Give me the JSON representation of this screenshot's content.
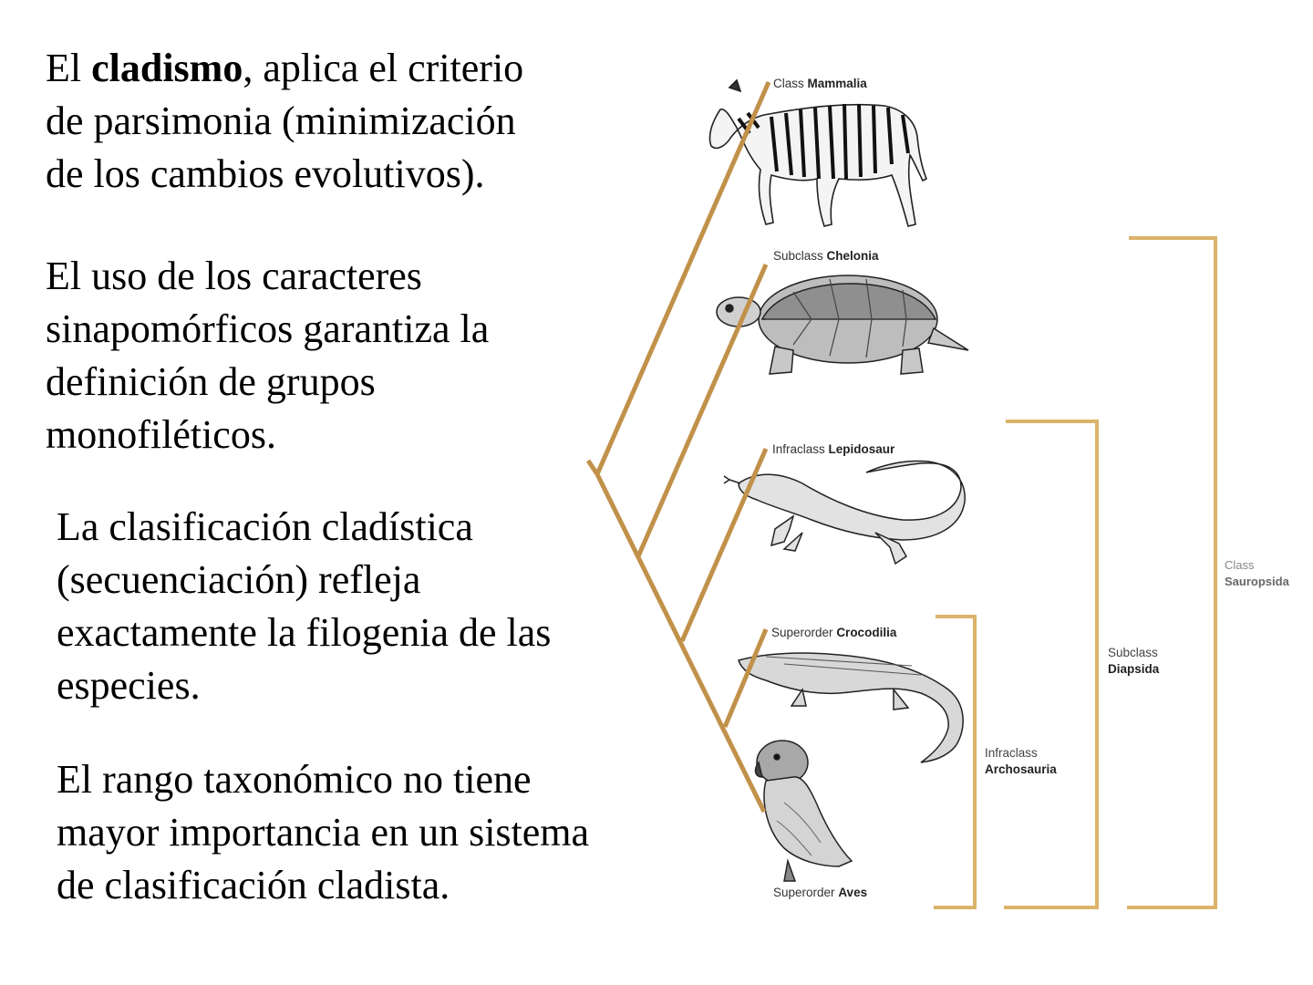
{
  "slide": {
    "paragraphs": [
      {
        "id": "cladismo-parsimonia",
        "lines": [
          {
            "pre": "El ",
            "bold": "cladismo",
            "post": ", aplica el criterio"
          },
          {
            "text": "de parsimonia (minimización"
          },
          {
            "text": "de los cambios evolutivos)."
          }
        ]
      },
      {
        "id": "sinapomorficos",
        "lines": [
          {
            "text": "El uso de los caracteres"
          },
          {
            "text": "sinapomórficos garantiza la"
          },
          {
            "text": "definición de grupos"
          },
          {
            "text": "monofiléticos."
          }
        ]
      },
      {
        "id": "clasificacion-cladistica",
        "lines": [
          {
            "text": "La clasificación cladística"
          },
          {
            "text": "(secuenciación) refleja"
          },
          {
            "text": "exactamente la filogenia de las"
          },
          {
            "text": "especies."
          }
        ]
      },
      {
        "id": "rango-taxonomico",
        "lines": [
          {
            "text": "El rango taxonómico no tiene"
          },
          {
            "text": "mayor importancia en un sistema"
          },
          {
            "text": "de clasificación cladista."
          }
        ]
      }
    ]
  },
  "cladogram": {
    "branch_color": "#c1914a",
    "bracket_color": "#dcb36a",
    "taxa": [
      {
        "rank": "Class",
        "name": "Mammalia",
        "animal": "zebra"
      },
      {
        "rank": "Subclass",
        "name": "Chelonia",
        "animal": "turtle"
      },
      {
        "rank": "Infraclass",
        "name": "Lepidosaur",
        "animal": "lizard"
      },
      {
        "rank": "Superorder",
        "name": "Crocodilia",
        "animal": "crocodile"
      },
      {
        "rank": "Superorder",
        "name": "Aves",
        "animal": "parrot"
      }
    ],
    "groups": [
      {
        "rank": "Infraclass",
        "name": "Archosauria"
      },
      {
        "rank": "Subclass",
        "name": "Diapsida"
      },
      {
        "rank": "Class",
        "name": "Sauropsida"
      }
    ]
  }
}
